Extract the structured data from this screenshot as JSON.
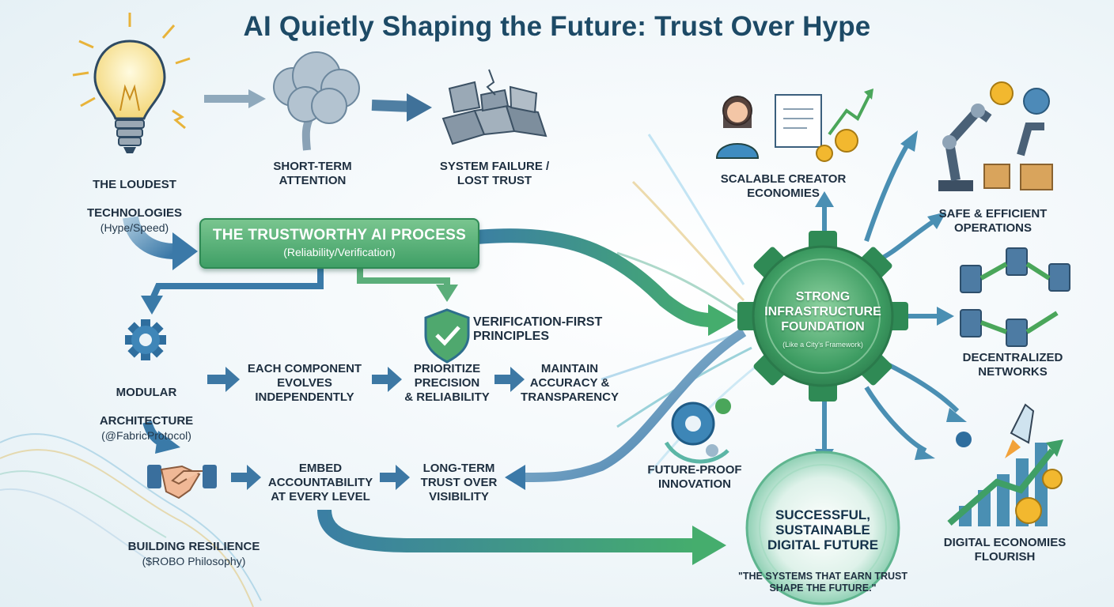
{
  "title": "AI Quietly Shaping the Future: Trust Over Hype",
  "colors": {
    "green": "#3f9f66",
    "blue": "#3a7aa8",
    "teal": "#5bb6a6",
    "gold": "#e8b33a"
  },
  "hype": {
    "source": {
      "line1": "THE LOUDEST",
      "line2": "TECHNOLOGIES",
      "sub": "(Hype/Speed)",
      "icon": "lightbulb-icon"
    },
    "attention": {
      "text": "SHORT-TERM\nATTENTION",
      "icon": "smoke-cloud-icon"
    },
    "failure": {
      "text": "SYSTEM FAILURE /\nLOST TRUST",
      "icon": "broken-blocks-icon"
    }
  },
  "process": {
    "title": "THE TRUSTWORTHY AI PROCESS",
    "sub": "(Reliability/Verification)"
  },
  "verification": {
    "text": "VERIFICATION-FIRST\nPRINCIPLES",
    "icon": "shield-check-icon"
  },
  "modular": {
    "line1": "MODULAR",
    "line2": "ARCHITECTURE",
    "sub": "(@FabricProtocol)",
    "icon": "gear-icon"
  },
  "steps_row1": [
    {
      "text": "EACH COMPONENT\nEVOLVES\nINDEPENDENTLY"
    },
    {
      "text": "PRIORITIZE\nPRECISION\n& RELIABILITY"
    },
    {
      "text": "MAINTAIN\nACCURACY &\nTRANSPARENCY"
    }
  ],
  "resilience": {
    "title": "BUILDING RESILIENCE",
    "sub": "($ROBO Philosophy)",
    "icon": "handshake-icon"
  },
  "steps_row2": [
    {
      "text": "EMBED\nACCOUNTABILITY\nAT EVERY LEVEL"
    },
    {
      "text": "LONG-TERM\nTRUST OVER\nVISIBILITY"
    }
  ],
  "hub": {
    "text": "STRONG\nINFRASTRUCTURE\nFOUNDATION",
    "note": "(Like a City's Framework)",
    "icon": "large-gear-icon"
  },
  "outcomes": [
    {
      "text": "SCALABLE CREATOR\nECONOMIES",
      "icon": "creator-icon"
    },
    {
      "text": "SAFE & EFFICIENT\nOPERATIONS",
      "icon": "robot-arm-icon"
    },
    {
      "text": "DECENTRALIZED\nNETWORKS",
      "icon": "network-icon"
    },
    {
      "text": "DIGITAL ECONOMIES\nFLOURISH",
      "icon": "rocket-growth-icon"
    },
    {
      "text": "FUTURE-PROOF\nINNOVATION",
      "icon": "gears-swirl-icon"
    }
  ],
  "final": {
    "text": "SUCCESSFUL,\nSUSTAINABLE\nDIGITAL FUTURE",
    "quote": "\"THE SYSTEMS THAT EARN TRUST\nSHAPE THE FUTURE.\""
  }
}
